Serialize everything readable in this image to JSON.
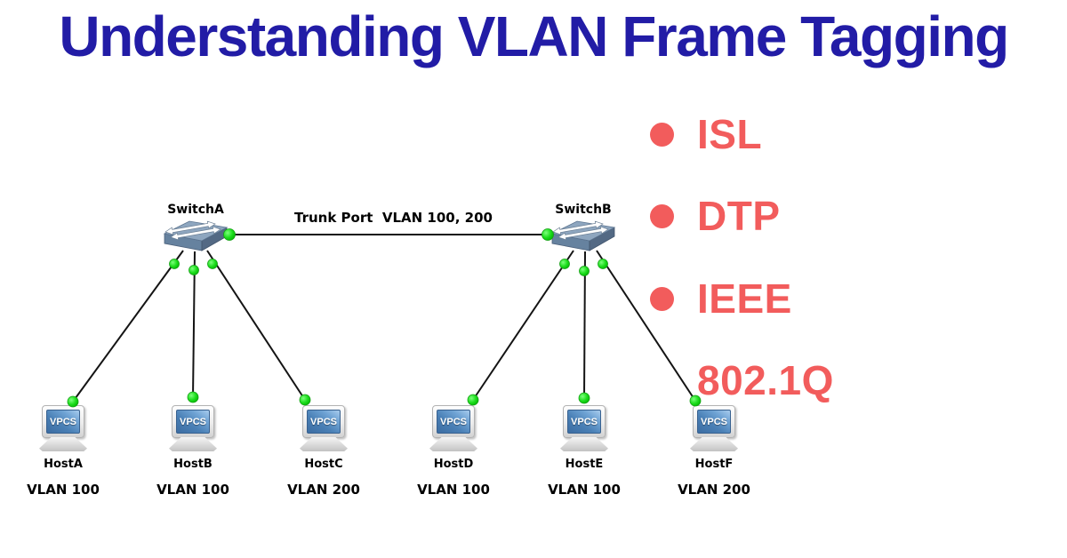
{
  "title": {
    "text": "Understanding VLAN Frame Tagging",
    "color": "#221ca6"
  },
  "bullet_list": {
    "text_color": "#f25c5c",
    "items": [
      {
        "label": "ISL"
      },
      {
        "label": "DTP"
      },
      {
        "label": "IEEE 802.1Q"
      }
    ]
  },
  "topology": {
    "trunk_label": "Trunk Port  VLAN 100, 200",
    "switches": [
      {
        "label": "SwitchA"
      },
      {
        "label": "SwitchB"
      }
    ],
    "hosts": [
      {
        "label": "HostA",
        "vlan": "VLAN 100",
        "screen_text": "VPCS"
      },
      {
        "label": "HostB",
        "vlan": "VLAN 100",
        "screen_text": "VPCS"
      },
      {
        "label": "HostC",
        "vlan": "VLAN 200",
        "screen_text": "VPCS"
      },
      {
        "label": "HostD",
        "vlan": "VLAN 100",
        "screen_text": "VPCS"
      },
      {
        "label": "HostE",
        "vlan": "VLAN 100",
        "screen_text": "VPCS"
      },
      {
        "label": "HostF",
        "vlan": "VLAN 200",
        "screen_text": "VPCS"
      }
    ],
    "colors": {
      "link": "#141414",
      "port_up_dot": "#1ede1e",
      "switch_body": "#64809f",
      "monitor_screen": "#4a80b6"
    },
    "icons": {
      "switch": "ethernet-switch-icon",
      "host": "vpcs-monitor-icon",
      "port": "port-status-dot",
      "bullet": "bullet-dot-icon"
    }
  }
}
